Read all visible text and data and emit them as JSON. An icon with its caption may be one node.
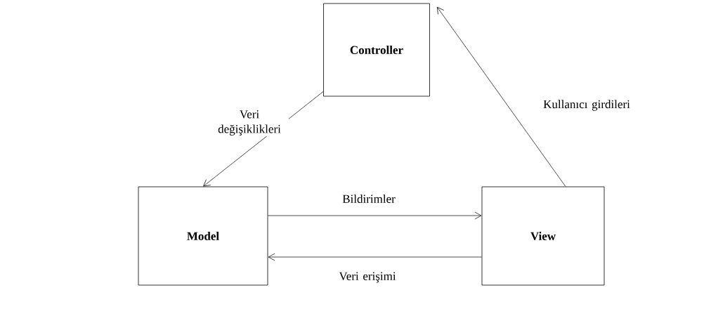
{
  "diagram": {
    "nodes": [
      {
        "text": [
          "Controller"
        ]
      },
      {
        "text": [
          "Model"
        ]
      },
      {
        "text": [
          "View"
        ]
      }
    ],
    "edges": [
      {
        "from": 0,
        "to": 1,
        "arrow": "to",
        "label": "Veri değişiklikleri"
      },
      {
        "from": 2,
        "to": 0,
        "arrow": "to",
        "label": "Kullanıcı girdileri"
      },
      {
        "from": 1,
        "to": 2,
        "arrow": "to",
        "label": "Bildirimler"
      },
      {
        "from": 2,
        "to": 1,
        "arrow": "to",
        "label": "Veri erişimi"
      }
    ]
  }
}
